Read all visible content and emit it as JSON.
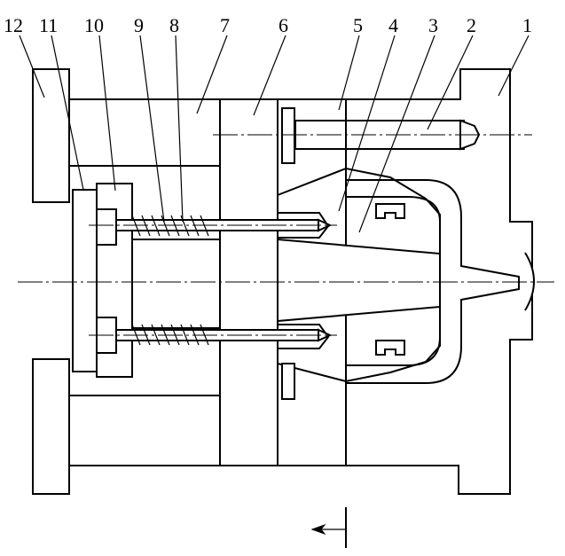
{
  "diagram": {
    "labels": [
      "12",
      "11",
      "10",
      "9",
      "8",
      "7",
      "6",
      "5",
      "4",
      "3",
      "2",
      "1"
    ]
  }
}
